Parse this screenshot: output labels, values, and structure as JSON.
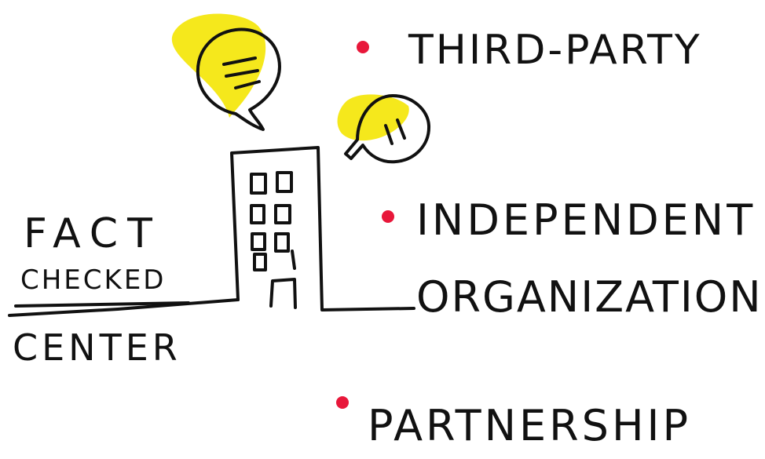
{
  "labels": {
    "fact": "FACT",
    "checked": "CHECKED",
    "center": "CENTER"
  },
  "bullets": [
    {
      "text": "THIRD-PARTY"
    },
    {
      "text": "INDEPENDENT"
    },
    {
      "text": "ORGANIZATION"
    },
    {
      "text": "PARTNERSHIP"
    }
  ],
  "colors": {
    "ink": "#111111",
    "highlight": "#f5e81c",
    "bullet": "#e8173a"
  },
  "icons": [
    "speech-bubble-icon",
    "building-icon"
  ]
}
